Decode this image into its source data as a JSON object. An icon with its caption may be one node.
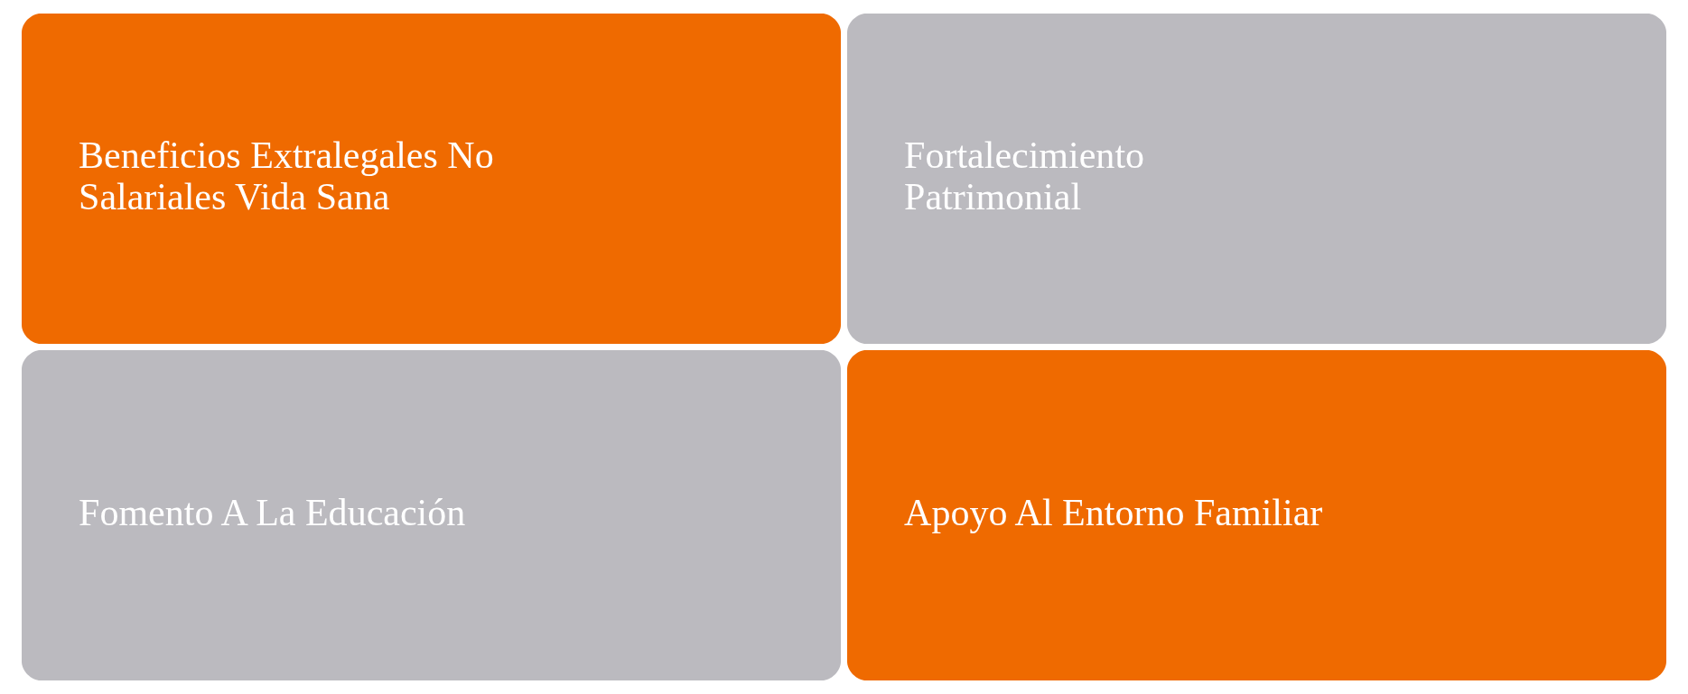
{
  "diagram": {
    "nodes": [
      {
        "text": [
          "Beneficios Extralegales No Salariales Vida Sana"
        ]
      },
      {
        "text": [
          "Fortalecimiento Patrimonial"
        ]
      },
      {
        "text": [
          "Fomento A La Educación"
        ]
      },
      {
        "text": [
          "Apoyo Al Entorno Familiar"
        ]
      }
    ]
  }
}
